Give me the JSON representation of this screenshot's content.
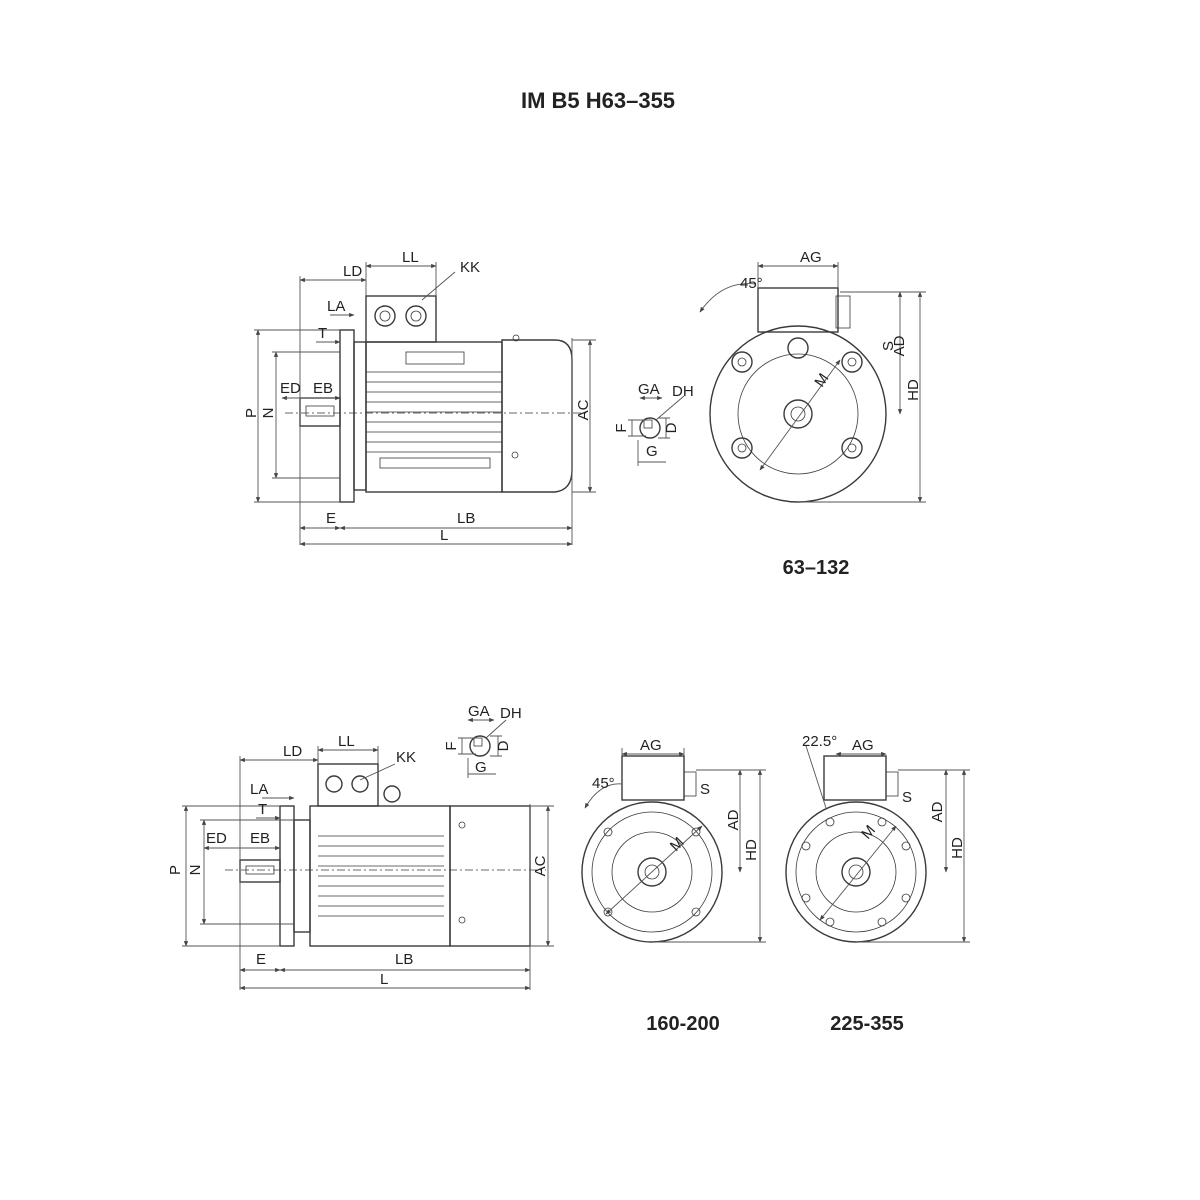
{
  "title": "IM B5 H63–355",
  "captions": {
    "frame_small": "63–132",
    "frame_medium": "160-200",
    "frame_large": "225-355"
  },
  "labels": {
    "LD": "LD",
    "LL": "LL",
    "KK": "KK",
    "LA": "LA",
    "T": "T",
    "ED": "ED",
    "EB": "EB",
    "P": "P",
    "N": "N",
    "E": "E",
    "LB": "LB",
    "L": "L",
    "AC": "AC",
    "GA": "GA",
    "DH": "DH",
    "F": "F",
    "D": "D",
    "G": "G",
    "AG": "AG",
    "AD": "AD",
    "HD": "HD",
    "M": "M",
    "S": "S",
    "angle45": "45°",
    "angle22": "22.5°"
  }
}
